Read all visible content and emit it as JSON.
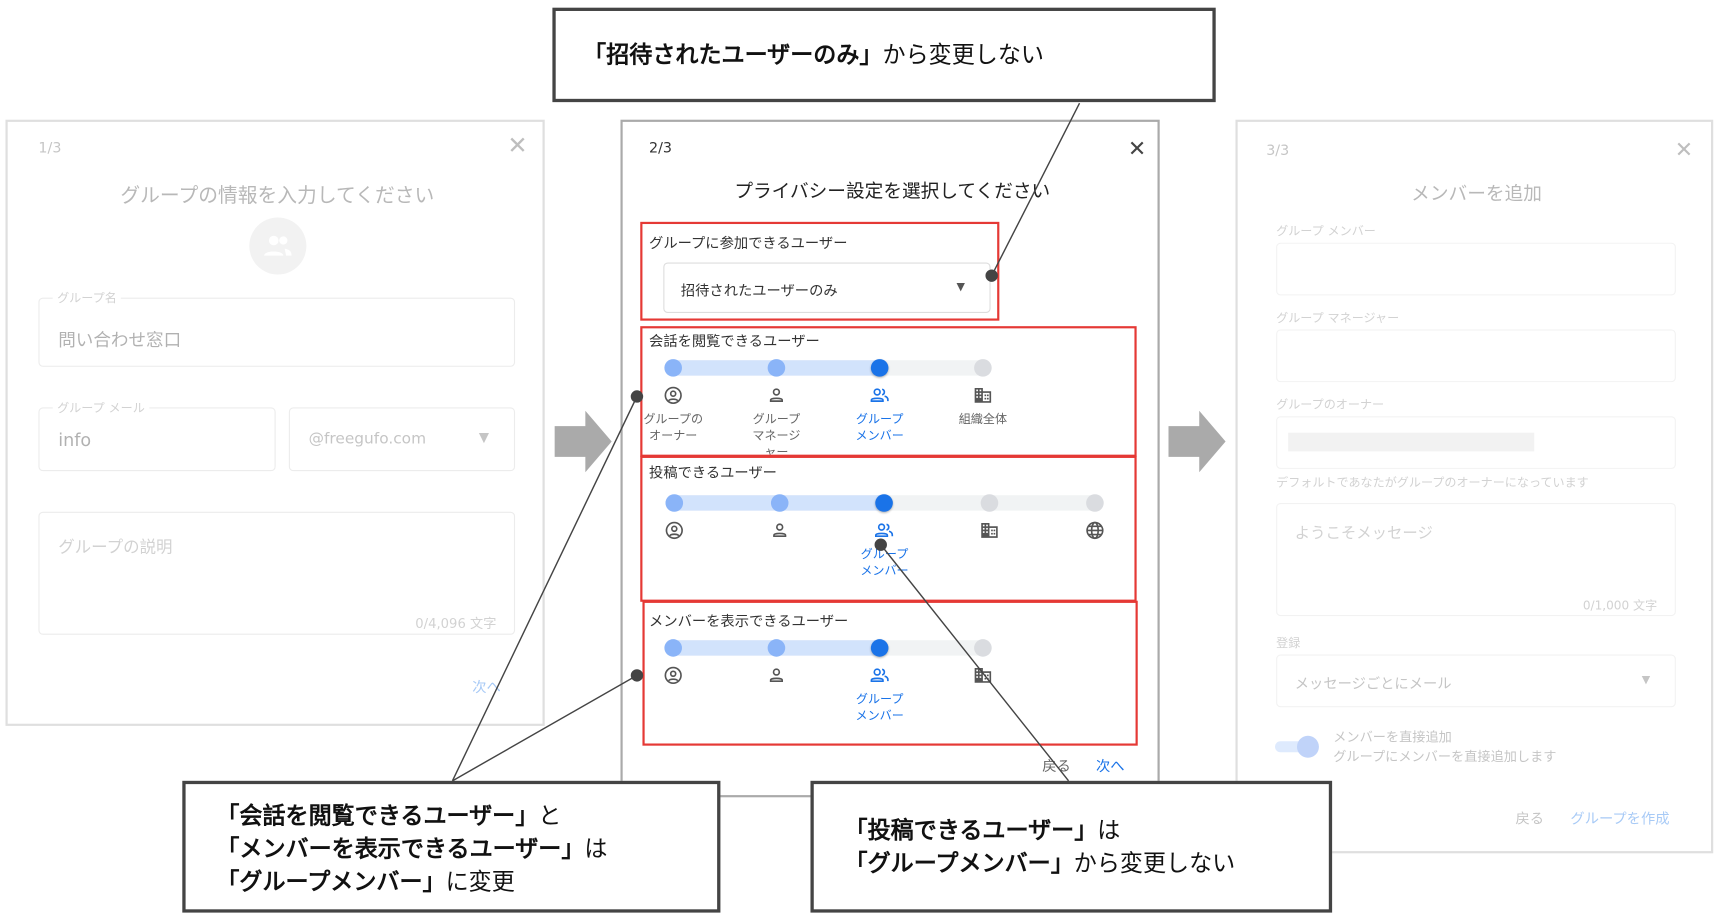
{
  "callouts": {
    "top": {
      "bold": "「招待されたユーザーのみ」",
      "rest": "から変更しない"
    },
    "left": {
      "line1_bold": "「会話を閲覧できるユーザー」",
      "line1_rest": "と",
      "line2_bold": "「メンバーを表示できるユーザー」",
      "line2_rest": "は",
      "line3_bold": "「グループメンバー」",
      "line3_rest": "に変更"
    },
    "right": {
      "line1_bold": "「投稿できるユーザー」",
      "line1_rest": "は",
      "line2_bold": "「グループメンバー」",
      "line2_rest": "から変更しない"
    }
  },
  "step1": {
    "step": "1/3",
    "title": "グループの情報を入力してください",
    "name_label": "グループ名",
    "name_value": "問い合わせ窓口",
    "email_label": "グループ メール",
    "email_value": "info",
    "domain_value": "@freegufo.com",
    "desc_placeholder": "グループの説明",
    "desc_counter": "0/4,096 文字",
    "next": "次へ"
  },
  "step2": {
    "step": "2/3",
    "title": "プライバシー設定を選択してください",
    "join_label": "グループに参加できるユーザー",
    "join_value": "招待されたユーザーのみ",
    "view_label": "会話を閲覧できるユーザー",
    "post_label": "投稿できるユーザー",
    "members_label": "メンバーを表示できるユーザー",
    "back": "戻る",
    "next": "次へ",
    "sliders": [
      {
        "name": "view-conversations-slider",
        "selected": 2,
        "stops": [
          {
            "icon": "owner",
            "label": "グループの\nオーナー"
          },
          {
            "icon": "manager",
            "label": "グループ\nマネージ\nャー"
          },
          {
            "icon": "members",
            "label": "グループ\nメンバー"
          },
          {
            "icon": "org",
            "label": "組織全体"
          }
        ]
      },
      {
        "name": "post-slider",
        "selected": 2,
        "stops": [
          {
            "icon": "owner",
            "label": ""
          },
          {
            "icon": "manager",
            "label": ""
          },
          {
            "icon": "members",
            "label": "グループ\nメンバー"
          },
          {
            "icon": "org",
            "label": ""
          },
          {
            "icon": "globe",
            "label": ""
          }
        ]
      },
      {
        "name": "view-members-slider",
        "selected": 2,
        "stops": [
          {
            "icon": "owner",
            "label": ""
          },
          {
            "icon": "manager",
            "label": ""
          },
          {
            "icon": "members",
            "label": "グループ\nメンバー"
          },
          {
            "icon": "org",
            "label": ""
          }
        ]
      }
    ]
  },
  "step3": {
    "step": "3/3",
    "title": "メンバーを追加",
    "members_label": "グループ メンバー",
    "managers_label": "グループ マネージャー",
    "owners_label": "グループのオーナー",
    "owner_hint": "デフォルトであなたがグループのオーナーになっています",
    "welcome_placeholder": "ようこそメッセージ",
    "welcome_counter": "0/1,000 文字",
    "subscription_label": "登録",
    "subscription_value": "メッセージごとにメール",
    "direct_add_title": "メンバーを直接追加",
    "direct_add_desc": "グループにメンバーを直接追加します",
    "direct_add_on": true,
    "back": "戻る",
    "create": "グループを作成"
  },
  "colors": {
    "accent": "#1a73e8",
    "dot_light": "#8ab4f8",
    "dot_off": "#dadce0",
    "highlight": "#e53935"
  }
}
